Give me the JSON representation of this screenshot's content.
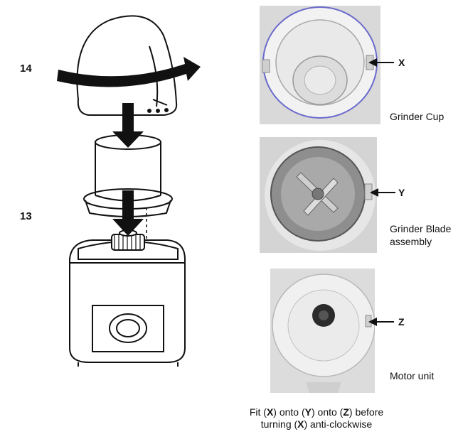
{
  "steps": {
    "step14": "14",
    "step13": "13"
  },
  "captions": {
    "grinder_cup": "Grinder Cup",
    "blade_line1": "Grinder Blade",
    "blade_line2": "assembly",
    "motor_unit": "Motor unit"
  },
  "labels": {
    "x": "X",
    "y": "Y",
    "z": "Z"
  },
  "footer": {
    "t1": "Fit (",
    "b1": "X",
    "t2": ") onto (",
    "b2": "Y",
    "t3": ") onto (",
    "b3": "Z",
    "t4": ") before",
    "t5": "turning (",
    "b4": "X",
    "t6": ") anti-clockwise"
  },
  "colors": {
    "ink": "#111111",
    "photo_bg": "#d9d9d9",
    "steel": "#8e8e8e",
    "plastic": "#eeeeee"
  }
}
